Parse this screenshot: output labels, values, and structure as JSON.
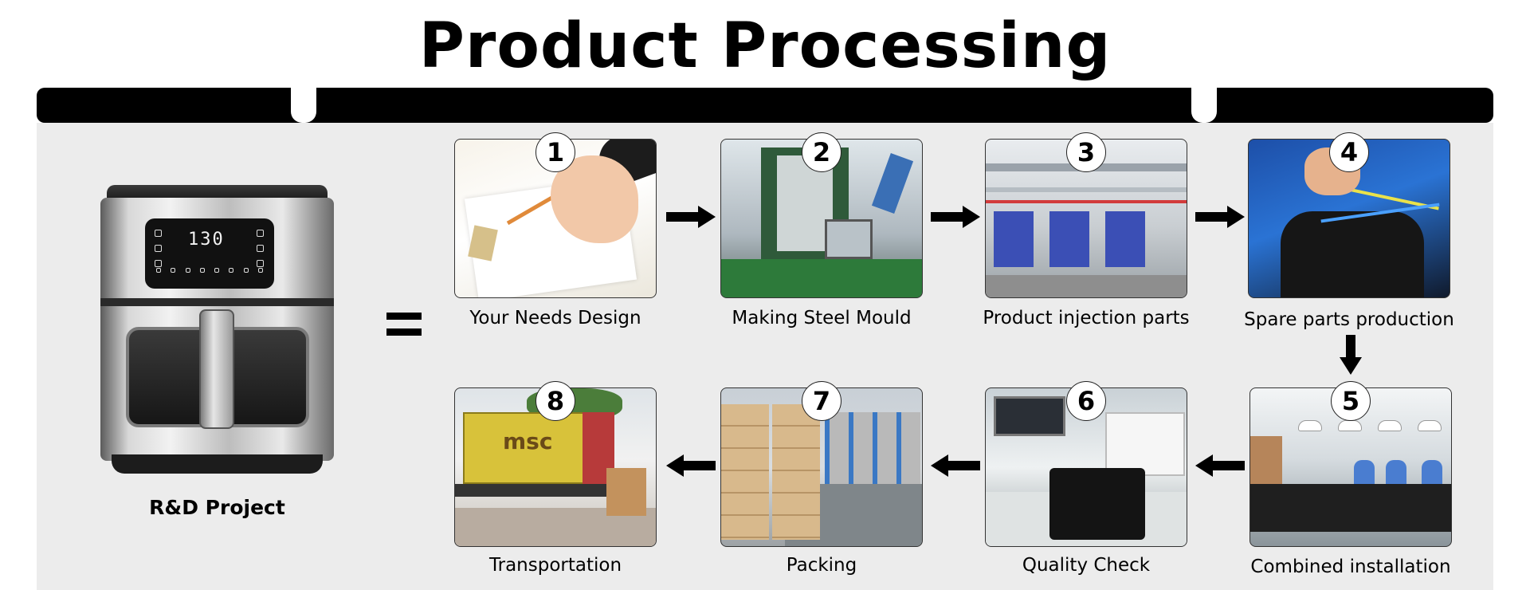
{
  "title": "Product Processing",
  "product": {
    "label": "R&D Project",
    "display_digits": "130"
  },
  "equals_sign": "=",
  "steps": [
    {
      "number": "1",
      "label": "Your Needs Design"
    },
    {
      "number": "2",
      "label": "Making Steel Mould"
    },
    {
      "number": "3",
      "label": "Product injection parts"
    },
    {
      "number": "4",
      "label": "Spare parts production"
    },
    {
      "number": "5",
      "label": "Combined installation"
    },
    {
      "number": "6",
      "label": "Quality Check"
    },
    {
      "number": "7",
      "label": "Packing"
    },
    {
      "number": "8",
      "label": "Transportation"
    }
  ],
  "photo_text": {
    "container_brand": "msc"
  },
  "colors": {
    "header_bar": "#000000",
    "panel_background": "#ececec"
  }
}
